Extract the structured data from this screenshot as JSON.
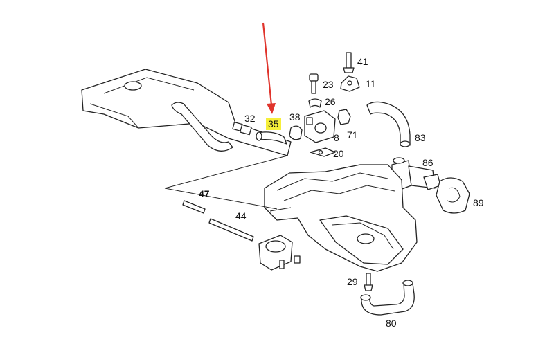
{
  "colors": {
    "arrow": "#e0342c",
    "highlight": "#f6ef3a",
    "line": "#222222",
    "background": "#ffffff"
  },
  "labels": {
    "p41": "41",
    "p23": "23",
    "p11": "11",
    "p26": "26",
    "p32": "32",
    "p35": "35",
    "p38": "38",
    "p8": "8",
    "p71": "71",
    "p83": "83",
    "p20": "20",
    "p86": "86",
    "p89": "89",
    "p47": "47",
    "p44": "44",
    "p29": "29",
    "p80": "80"
  },
  "highlighted_part": "35"
}
